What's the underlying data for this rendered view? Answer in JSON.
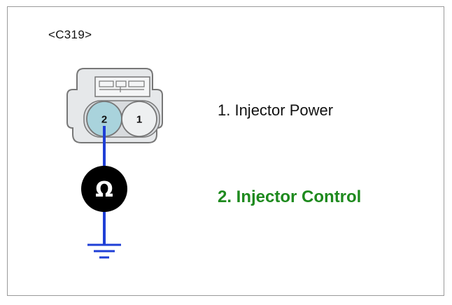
{
  "connector": {
    "id_label": "<C319>",
    "pins": [
      {
        "number": "2",
        "highlighted": true
      },
      {
        "number": "1",
        "highlighted": false
      }
    ]
  },
  "meter": {
    "symbol": "Ω",
    "icon": "ohmmeter-icon"
  },
  "ground": {
    "icon": "ground-symbol-icon"
  },
  "legend": [
    {
      "text": "1. Injector Power",
      "color": "#111111"
    },
    {
      "text": "2. Injector Control",
      "color": "#1e8a1e"
    }
  ],
  "colors": {
    "wire": "#1f3fd6",
    "highlight_pin": "#a9d3dc",
    "connector_fill": "#e6e8ea",
    "connector_stroke": "#777777",
    "meter_fill": "#000000"
  }
}
